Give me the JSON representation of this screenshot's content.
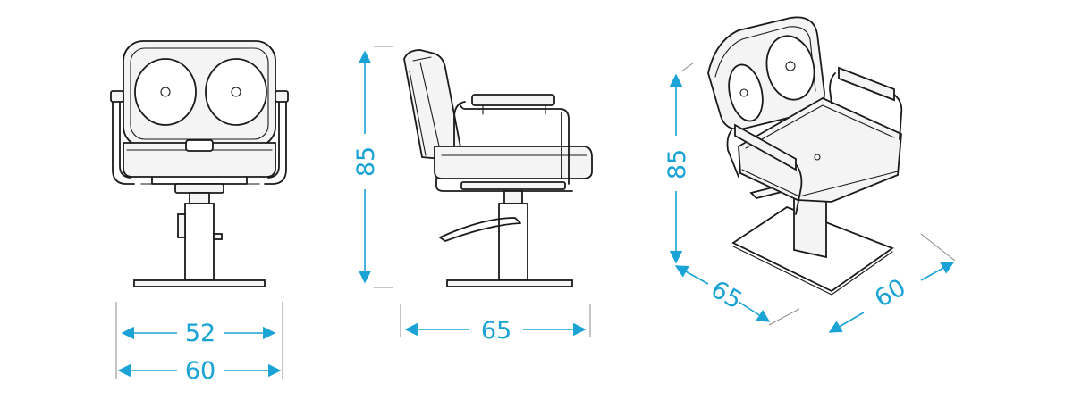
{
  "colors": {
    "dimension": "#1aa3d4",
    "outline": "#1a1a1a",
    "background": "#ffffff"
  },
  "front_view": {
    "inner_width": "52",
    "outer_width": "60"
  },
  "side_view": {
    "height": "85",
    "depth": "65"
  },
  "perspective_view": {
    "height": "85",
    "depth": "65",
    "width": "60"
  }
}
